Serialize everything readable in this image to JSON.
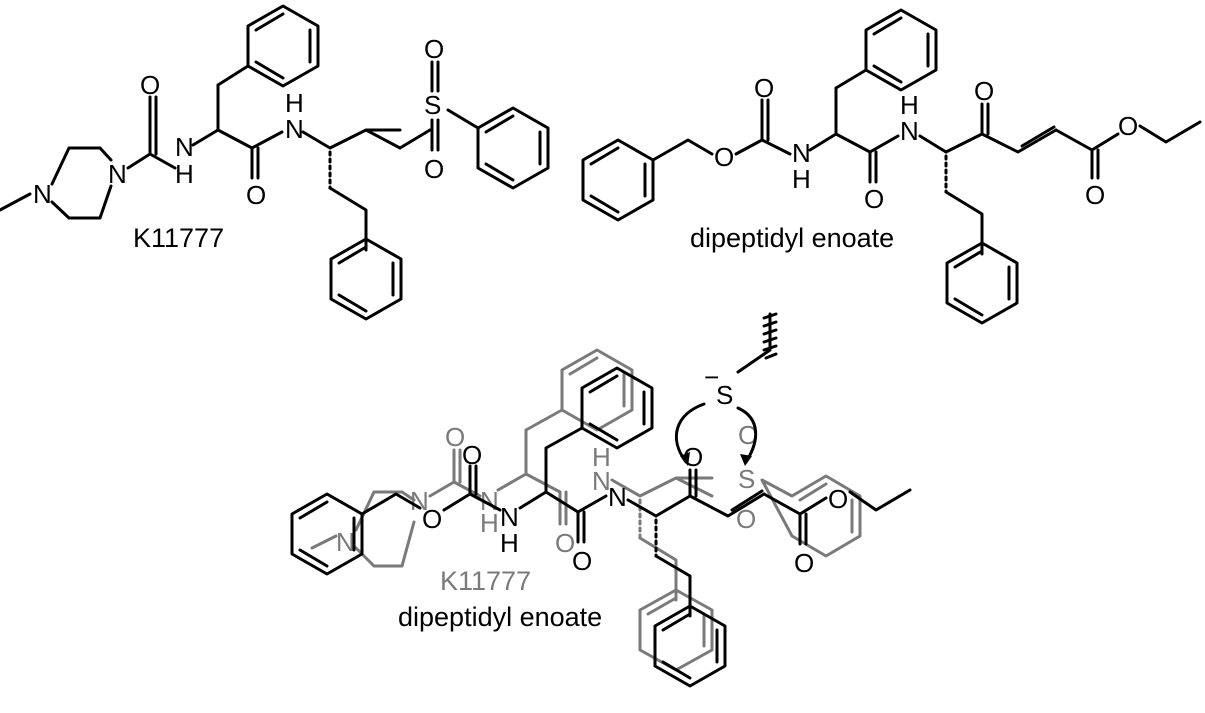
{
  "molecules": {
    "k11777": {
      "caption": "K11777",
      "atoms": {
        "n_methyl": "N",
        "n_piperazine": "N",
        "o_urea": "O",
        "nh_n": "N",
        "nh_h": "H",
        "o_amide": "O",
        "nh2_n": "N",
        "nh2_h": "H",
        "sulfur": "S",
        "o_sulfone_top": "O",
        "o_sulfone_bottom": "O"
      }
    },
    "enoate": {
      "caption": "dipeptidyl enoate",
      "atoms": {
        "o_carbamate_ring": "O",
        "o_carbamate_top": "O",
        "nh_n": "N",
        "nh_h": "H",
        "o_amide": "O",
        "nh2_n": "N",
        "nh2_h": "H",
        "o_ketone": "O",
        "o_ester_ring": "O",
        "o_ester_carbonyl": "O"
      }
    },
    "overlay": {
      "caption_k11777": "K11777",
      "caption_enoate": "dipeptidyl enoate",
      "thiolate_charge": "−",
      "thiolate_atom": "S",
      "gray_atoms": {
        "n_methyl": "N",
        "n_piperazine": "N",
        "o_urea": "O",
        "nh_n": "N",
        "nh_h": "H",
        "o_amide": "O",
        "nh2_n": "N",
        "nh2_h": "H",
        "sulfur": "S",
        "o_sulfone_top": "O",
        "o_sulfone_bottom": "O"
      },
      "black_atoms": {
        "o_carbamate_ring": "O",
        "o_carbamate_top": "O",
        "nh_n": "N",
        "nh_h": "H",
        "o_amide": "O",
        "nh2_n": "N",
        "o_ketone": "O",
        "o_ester_ring": "O",
        "o_ester_carbonyl": "O"
      }
    }
  },
  "colors": {
    "k11777_overlay": "#7a7a7a",
    "enoate_overlay": "#000000"
  }
}
